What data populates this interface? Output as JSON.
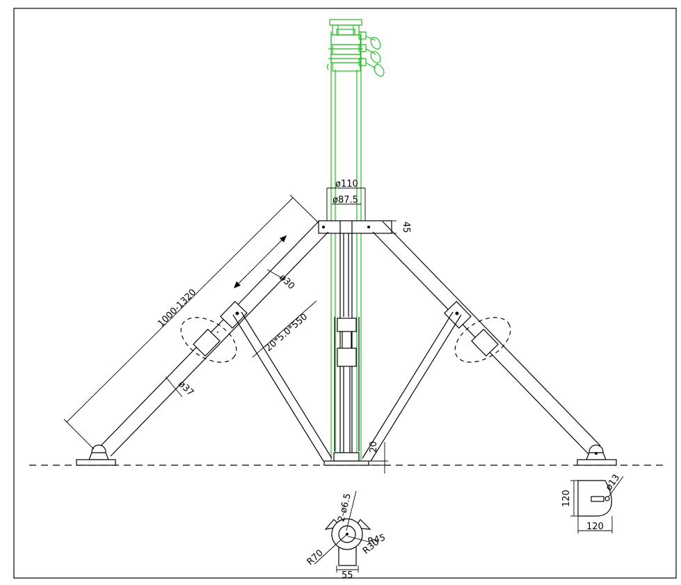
{
  "dimensions": {
    "outer_diameter": "ø110",
    "inner_diameter": "ø87.5",
    "collar_height": "45",
    "leg_length": "1000-1320",
    "leg_upper_diameter": "ø30",
    "leg_lower_diameter": "ø37",
    "brace_tube": "20*5.0*550",
    "ground_clearance": "20",
    "foot_hole": "ø13",
    "foot_height": "120",
    "foot_width": "120",
    "holes": "2-ø6.5",
    "radius_45": "R45",
    "radius_30": "R30",
    "radius_70": "R70",
    "base_width": "55"
  }
}
